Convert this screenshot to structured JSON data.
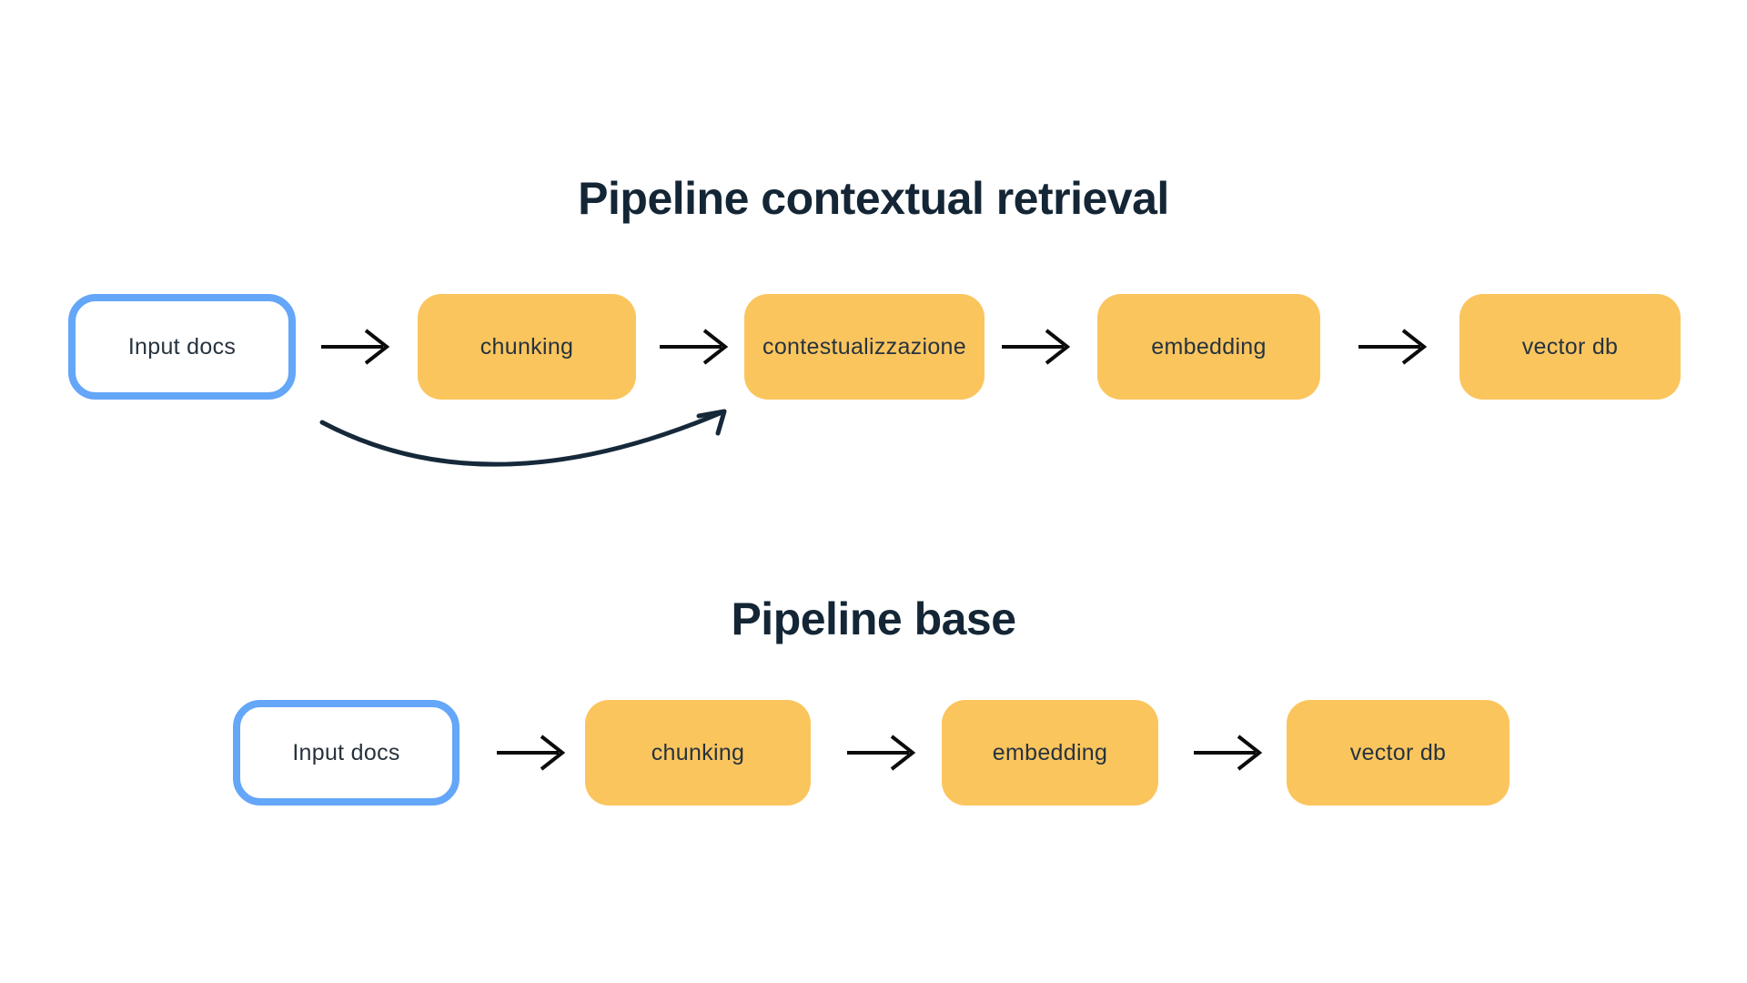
{
  "colors": {
    "background": "#ffffff",
    "box_fill": "#FBC55E",
    "box_text": "#26333E",
    "input_box_border": "#64A6F8",
    "input_box_fill": "#ffffff",
    "title_text": "#142635",
    "straight_arrow": "#0B0B0B",
    "curved_arrow": "#16293A"
  },
  "pipelines": [
    {
      "title": "Pipeline contextual retrieval",
      "nodes": [
        {
          "label": "Input docs",
          "type": "input"
        },
        {
          "label": "chunking",
          "type": "process"
        },
        {
          "label": "contestualizzazione",
          "type": "process"
        },
        {
          "label": "embedding",
          "type": "process"
        },
        {
          "label": "vector db",
          "type": "process"
        }
      ],
      "links": [
        {
          "from": "Input docs",
          "to": "chunking",
          "style": "straight"
        },
        {
          "from": "chunking",
          "to": "contestualizzazione",
          "style": "straight"
        },
        {
          "from": "contestualizzazione",
          "to": "embedding",
          "style": "straight"
        },
        {
          "from": "embedding",
          "to": "vector db",
          "style": "straight"
        },
        {
          "from": "Input docs",
          "to": "contestualizzazione",
          "style": "curved-bypass"
        }
      ]
    },
    {
      "title": "Pipeline base",
      "nodes": [
        {
          "label": "Input docs",
          "type": "input"
        },
        {
          "label": "chunking",
          "type": "process"
        },
        {
          "label": "embedding",
          "type": "process"
        },
        {
          "label": "vector db",
          "type": "process"
        }
      ],
      "links": [
        {
          "from": "Input docs",
          "to": "chunking",
          "style": "straight"
        },
        {
          "from": "chunking",
          "to": "embedding",
          "style": "straight"
        },
        {
          "from": "embedding",
          "to": "vector db",
          "style": "straight"
        }
      ]
    }
  ]
}
